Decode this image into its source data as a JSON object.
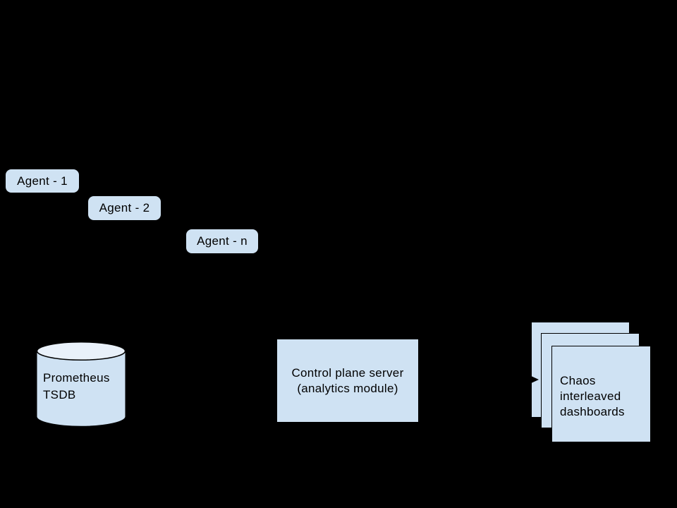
{
  "colors": {
    "background": "#000000",
    "shape_fill": "#cfe2f3",
    "cylinder_top_fill": "#e9f1fa",
    "outline": "#000000",
    "text": "#000000"
  },
  "agents": [
    {
      "label": "Agent - 1"
    },
    {
      "label": "Agent - 2"
    },
    {
      "label": "Agent - n"
    }
  ],
  "database": {
    "lines": [
      "Prometheus",
      "TSDB"
    ]
  },
  "control_plane": {
    "lines": [
      "Control plane server",
      "(analytics module)"
    ]
  },
  "dashboards": {
    "stack_count": 3,
    "lines": [
      "Chaos",
      "interleaved",
      "dashboards"
    ]
  }
}
